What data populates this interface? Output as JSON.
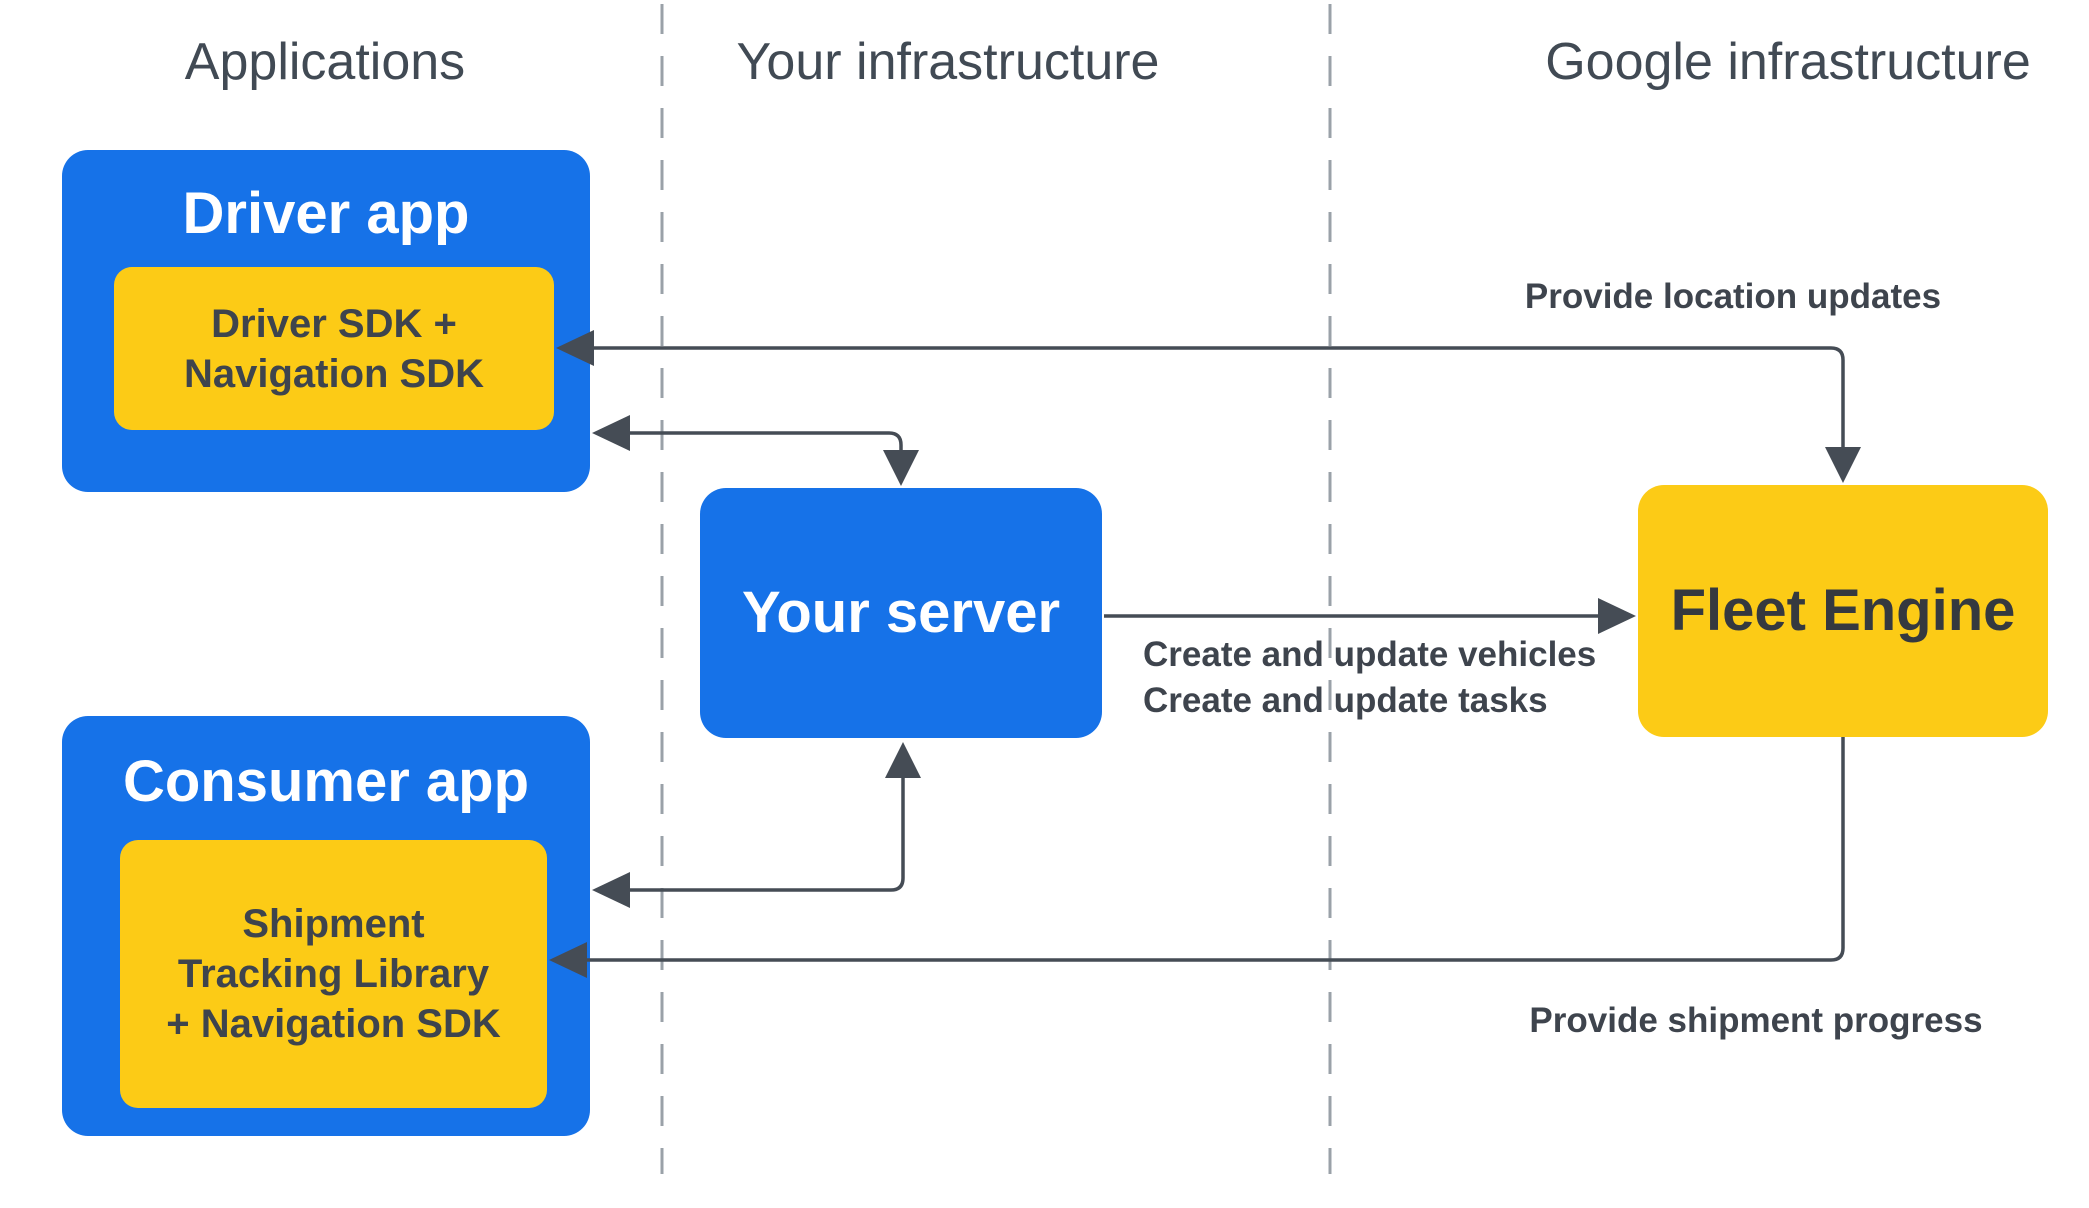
{
  "colors": {
    "blue": "#1672e8",
    "yellow": "#fccb16",
    "arrow": "#454c55",
    "ink": "#3e444d",
    "header": "#414a54",
    "dash": "#9aa1a8",
    "box_title": "#ffffff",
    "fleet_text": "#35393f"
  },
  "headers": {
    "applications": "Applications",
    "your_infrastructure": "Your infrastructure",
    "google_infrastructure": "Google infrastructure"
  },
  "boxes": {
    "driver_app": {
      "title": "Driver app",
      "sdk_lines": [
        "Driver SDK +",
        "Navigation SDK"
      ]
    },
    "consumer_app": {
      "title": "Consumer app",
      "sdk_lines": [
        "Shipment",
        "Tracking Library",
        "+ Navigation SDK"
      ]
    },
    "your_server": {
      "title": "Your server"
    },
    "fleet_engine": {
      "title": "Fleet Engine"
    }
  },
  "arrow_labels": {
    "location_updates": "Provide location updates",
    "create_vehicles": "Create and update vehicles",
    "create_tasks": "Create and update tasks",
    "shipment_progress": "Provide shipment progress"
  }
}
